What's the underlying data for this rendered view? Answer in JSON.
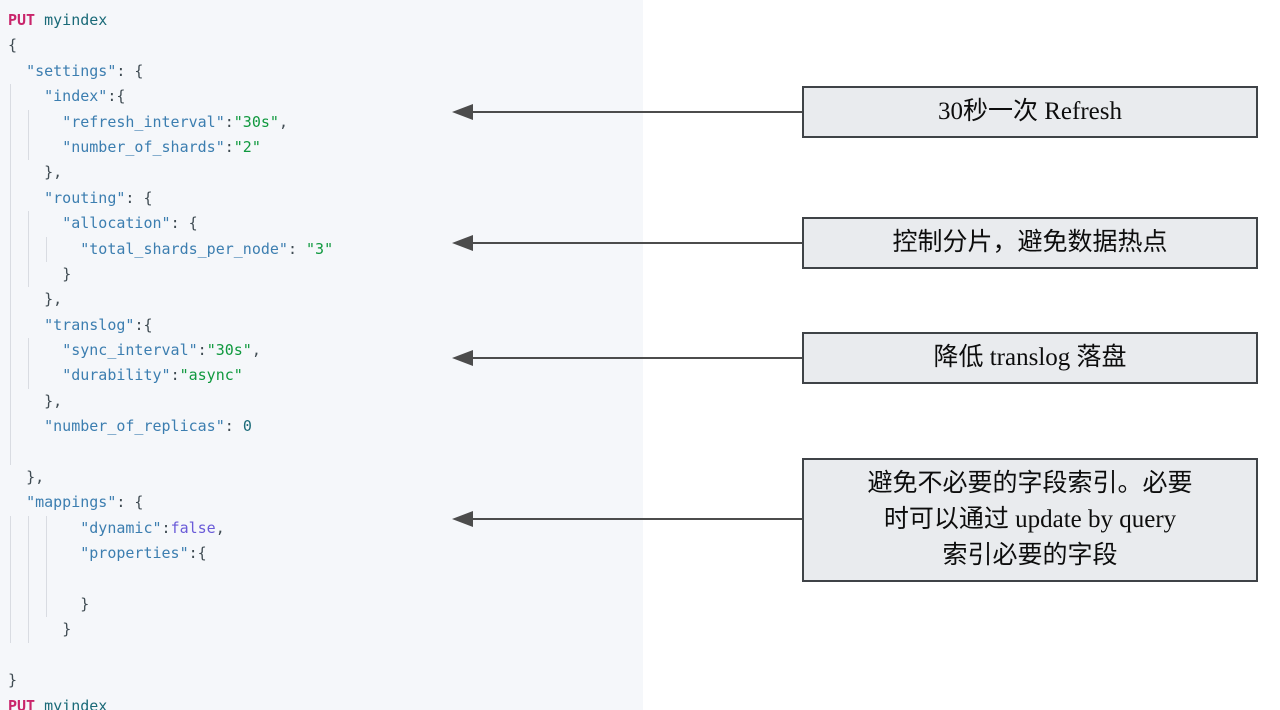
{
  "editor": {
    "request_method": "PUT",
    "request_path": "myindex",
    "lines": [
      {
        "indent": 0,
        "tokens": [
          [
            "method",
            "PUT"
          ],
          [
            "punct",
            " "
          ],
          [
            "url",
            "myindex"
          ]
        ]
      },
      {
        "indent": 0,
        "tokens": [
          [
            "punct",
            "{"
          ]
        ]
      },
      {
        "indent": 2,
        "tokens": [
          [
            "key",
            "\"settings\""
          ],
          [
            "punct",
            ": {"
          ]
        ]
      },
      {
        "indent": 4,
        "tokens": [
          [
            "key",
            "\"index\""
          ],
          [
            "punct",
            ":{"
          ]
        ]
      },
      {
        "indent": 6,
        "tokens": [
          [
            "key",
            "\"refresh_interval\""
          ],
          [
            "punct",
            ":"
          ],
          [
            "str",
            "\"30s\""
          ],
          [
            "punct",
            ","
          ]
        ]
      },
      {
        "indent": 6,
        "tokens": [
          [
            "key",
            "\"number_of_shards\""
          ],
          [
            "punct",
            ":"
          ],
          [
            "str",
            "\"2\""
          ]
        ]
      },
      {
        "indent": 4,
        "tokens": [
          [
            "punct",
            "},"
          ]
        ]
      },
      {
        "indent": 4,
        "tokens": [
          [
            "key",
            "\"routing\""
          ],
          [
            "punct",
            ": {"
          ]
        ]
      },
      {
        "indent": 6,
        "tokens": [
          [
            "key",
            "\"allocation\""
          ],
          [
            "punct",
            ": {"
          ]
        ]
      },
      {
        "indent": 8,
        "tokens": [
          [
            "key",
            "\"total_shards_per_node\""
          ],
          [
            "punct",
            ": "
          ],
          [
            "str",
            "\"3\""
          ]
        ]
      },
      {
        "indent": 6,
        "tokens": [
          [
            "punct",
            "}"
          ]
        ]
      },
      {
        "indent": 4,
        "tokens": [
          [
            "punct",
            "},"
          ]
        ]
      },
      {
        "indent": 4,
        "tokens": [
          [
            "key",
            "\"translog\""
          ],
          [
            "punct",
            ":{"
          ]
        ]
      },
      {
        "indent": 6,
        "tokens": [
          [
            "key",
            "\"sync_interval\""
          ],
          [
            "punct",
            ":"
          ],
          [
            "str",
            "\"30s\""
          ],
          [
            "punct",
            ","
          ]
        ]
      },
      {
        "indent": 6,
        "tokens": [
          [
            "key",
            "\"durability\""
          ],
          [
            "punct",
            ":"
          ],
          [
            "str",
            "\"async\""
          ]
        ]
      },
      {
        "indent": 4,
        "tokens": [
          [
            "punct",
            "},"
          ]
        ]
      },
      {
        "indent": 4,
        "tokens": [
          [
            "key",
            "\"number_of_replicas\""
          ],
          [
            "punct",
            ": "
          ],
          [
            "num",
            "0"
          ]
        ]
      },
      {
        "indent": 4,
        "tokens": []
      },
      {
        "indent": 2,
        "tokens": [
          [
            "punct",
            "},"
          ]
        ]
      },
      {
        "indent": 2,
        "tokens": [
          [
            "key",
            "\"mappings\""
          ],
          [
            "punct",
            ": {"
          ]
        ]
      },
      {
        "indent": 8,
        "tokens": [
          [
            "key",
            "\"dynamic\""
          ],
          [
            "punct",
            ":"
          ],
          [
            "const",
            "false"
          ],
          [
            "punct",
            ","
          ]
        ]
      },
      {
        "indent": 8,
        "tokens": [
          [
            "key",
            "\"properties\""
          ],
          [
            "punct",
            ":{"
          ]
        ]
      },
      {
        "indent": 8,
        "tokens": []
      },
      {
        "indent": 8,
        "tokens": [
          [
            "punct",
            "}"
          ]
        ]
      },
      {
        "indent": 6,
        "tokens": [
          [
            "punct",
            "}"
          ]
        ]
      },
      {
        "indent": 0,
        "tokens": []
      },
      {
        "indent": 0,
        "tokens": [
          [
            "punct",
            "}"
          ]
        ]
      },
      {
        "indent": 0,
        "tokens": [
          [
            "method",
            "PUT"
          ],
          [
            "punct",
            " "
          ],
          [
            "url",
            "myindex"
          ]
        ]
      }
    ]
  },
  "annotations": [
    {
      "lines": [
        "30秒一次 Refresh"
      ]
    },
    {
      "lines": [
        "控制分片，避免数据热点"
      ]
    },
    {
      "lines": [
        "降低 translog 落盘"
      ]
    },
    {
      "lines": [
        "避免不必要的字段索引。必要",
        "时可以通过 update by query",
        "索引必要的字段"
      ]
    }
  ],
  "colors": {
    "panel_background": "#f5f7fa",
    "method": "#c9256b",
    "url": "#1a6a78",
    "json_key": "#3c7eb0",
    "json_string": "#10993f",
    "json_constant": "#6a5bd8",
    "punctuation": "#3f4b52",
    "annotation_box_bg": "#e9ebee",
    "annotation_border": "#3f4347",
    "arrow": "#4c4c4c"
  }
}
